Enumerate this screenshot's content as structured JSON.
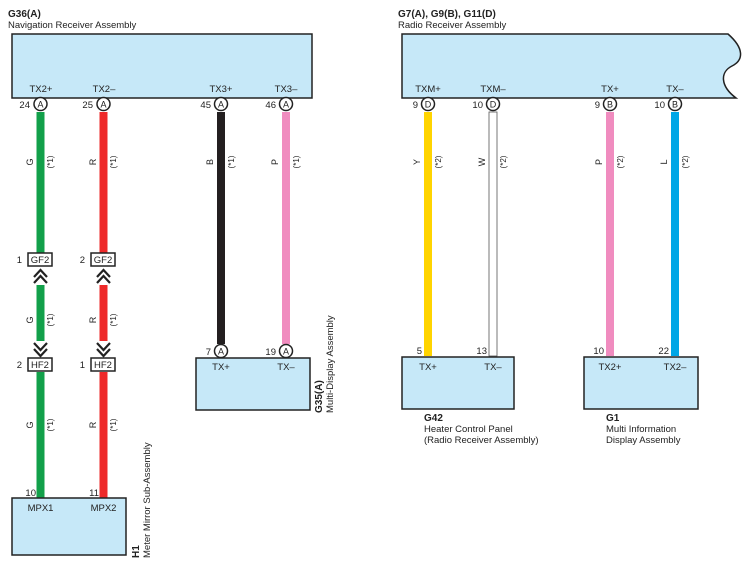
{
  "components": {
    "nav_receiver": {
      "code": "G36(A)",
      "name": "Navigation Receiver Assembly"
    },
    "radio_receiver": {
      "code": "G7(A), G9(B), G11(D)",
      "name": "Radio Receiver Assembly"
    },
    "multi_display": {
      "code": "G35(A)",
      "name": "Multi-Display Assembly"
    },
    "meter_mirror": {
      "code": "H1",
      "name": "Meter Mirror Sub-Assembly"
    },
    "heater_panel": {
      "code": "G42",
      "name": "Heater Control Panel",
      "name2": "(Radio Receiver Assembly)"
    },
    "multi_info": {
      "code": "G1",
      "name": "Multi Information",
      "name2": "Display Assembly"
    }
  },
  "pins": {
    "nav": [
      {
        "label": "TX2+",
        "num": "24",
        "conn": "A"
      },
      {
        "label": "TX2–",
        "num": "25",
        "conn": "A"
      },
      {
        "label": "TX3+",
        "num": "45",
        "conn": "A"
      },
      {
        "label": "TX3–",
        "num": "46",
        "conn": "A"
      }
    ],
    "radio": [
      {
        "label": "TXM+",
        "num": "9",
        "conn": "D"
      },
      {
        "label": "TXM–",
        "num": "10",
        "conn": "D"
      },
      {
        "label": "TX+",
        "num": "9",
        "conn": "B"
      },
      {
        "label": "TX–",
        "num": "10",
        "conn": "B"
      }
    ],
    "multi_display": [
      {
        "label": "TX+",
        "num": "7",
        "conn": "A"
      },
      {
        "label": "TX–",
        "num": "19",
        "conn": "A"
      }
    ],
    "meter": [
      {
        "label": "MPX1",
        "num": "10"
      },
      {
        "label": "MPX2",
        "num": "11"
      }
    ],
    "heater": [
      {
        "label": "TX+",
        "num": "5"
      },
      {
        "label": "TX–",
        "num": "13"
      }
    ],
    "multi_info": [
      {
        "label": "TX2+",
        "num": "10"
      },
      {
        "label": "TX2–",
        "num": "22"
      }
    ]
  },
  "wires": [
    {
      "color_code": "G",
      "note": "(*1)",
      "hex": "#12a04a"
    },
    {
      "color_code": "R",
      "note": "(*1)",
      "hex": "#ee2a2a"
    },
    {
      "color_code": "B",
      "note": "(*1)",
      "hex": "#231f20"
    },
    {
      "color_code": "P",
      "note": "(*1)",
      "hex": "#f08cbf"
    },
    {
      "color_code": "Y",
      "note": "(*2)",
      "hex": "#ffd400"
    },
    {
      "color_code": "W",
      "note": "(*2)",
      "hex": "#ffffff"
    },
    {
      "color_code": "P",
      "note": "(*2)",
      "hex": "#f08cbf"
    },
    {
      "color_code": "L",
      "note": "(*2)",
      "hex": "#00a6e6"
    }
  ],
  "junctions": {
    "gf2_left": {
      "code": "GF2",
      "pin": "1"
    },
    "gf2_right": {
      "code": "GF2",
      "pin": "2"
    },
    "hf2_left": {
      "code": "HF2",
      "pin": "2"
    },
    "hf2_right": {
      "code": "HF2",
      "pin": "1"
    }
  },
  "colors": {
    "box_fill": "#c6e8f8"
  }
}
